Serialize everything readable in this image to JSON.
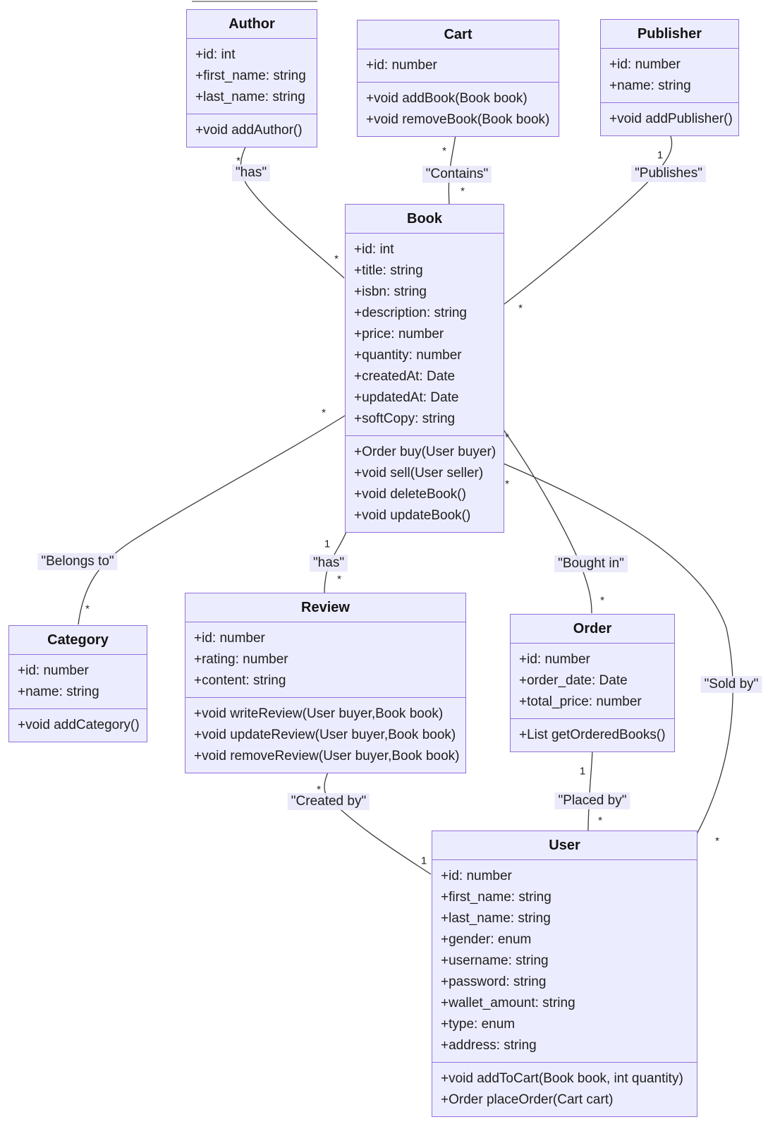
{
  "diagram": {
    "type": "uml-class-diagram",
    "colors": {
      "node_fill": "#ECECFF",
      "node_border": "#9370DB",
      "edge_line": "#3b3b3b",
      "label_bg": "#e8e8fa",
      "text": "#202020"
    },
    "classes": [
      {
        "name": "Author",
        "attributes": [
          "+id: int",
          "+first_name: string",
          "+last_name: string"
        ],
        "methods": [
          "+void addAuthor()"
        ]
      },
      {
        "name": "Cart",
        "attributes": [
          "+id: number"
        ],
        "methods": [
          "+void addBook(Book book)",
          "+void removeBook(Book book)"
        ]
      },
      {
        "name": "Publisher",
        "attributes": [
          "+id: number",
          "+name: string"
        ],
        "methods": [
          "+void addPublisher()"
        ]
      },
      {
        "name": "Book",
        "attributes": [
          "+id: int",
          "+title: string",
          "+isbn: string",
          "+description: string",
          "+price: number",
          "+quantity: number",
          "+createdAt: Date",
          "+updatedAt: Date",
          "+softCopy: string"
        ],
        "methods": [
          "+Order buy(User buyer)",
          "+void sell(User seller)",
          "+void deleteBook()",
          "+void updateBook()"
        ]
      },
      {
        "name": "Category",
        "attributes": [
          "+id: number",
          "+name: string"
        ],
        "methods": [
          "+void addCategory()"
        ]
      },
      {
        "name": "Review",
        "attributes": [
          "+id: number",
          "+rating: number",
          "+content: string"
        ],
        "methods": [
          "+void writeReview(User buyer,Book book)",
          "+void updateReview(User buyer,Book book)",
          "+void removeReview(User buyer,Book book)"
        ]
      },
      {
        "name": "Order",
        "attributes": [
          "+id: number",
          "+order_date: Date",
          "+total_price: number"
        ],
        "methods": [
          "+List getOrderedBooks()"
        ]
      },
      {
        "name": "User",
        "attributes": [
          "+id: number",
          "+first_name: string",
          "+last_name: string",
          "+gender: enum",
          "+username: string",
          "+password: string",
          "+wallet_amount: string",
          "+type: enum",
          "+address: string"
        ],
        "methods": [
          "+void addToCart(Book book, int quantity)",
          "+Order placeOrder(Cart cart)"
        ]
      }
    ],
    "relationships": [
      {
        "from": "Author",
        "to": "Book",
        "label": "\"has\"",
        "from_card": "*",
        "to_card": "*"
      },
      {
        "from": "Cart",
        "to": "Book",
        "label": "\"Contains\"",
        "from_card": "*",
        "to_card": "*"
      },
      {
        "from": "Publisher",
        "to": "Book",
        "label": "\"Publishes\"",
        "from_card": "1",
        "to_card": "*"
      },
      {
        "from": "Book",
        "to": "Category",
        "label": "\"Belongs to\"",
        "from_card": "*",
        "to_card": "*"
      },
      {
        "from": "Book",
        "to": "Review",
        "label": "\"has\"",
        "from_card": "1",
        "to_card": "*"
      },
      {
        "from": "Book",
        "to": "Order",
        "label": "\"Bought in\"",
        "from_card": "*",
        "to_card": "*"
      },
      {
        "from": "Book",
        "to": "User",
        "label": "\"Sold by\"",
        "from_card": "*",
        "to_card": "*"
      },
      {
        "from": "Review",
        "to": "User",
        "label": "\"Created by\"",
        "from_card": "*",
        "to_card": "1"
      },
      {
        "from": "Order",
        "to": "User",
        "label": "\"Placed by\"",
        "from_card": "1",
        "to_card": "*"
      }
    ]
  }
}
